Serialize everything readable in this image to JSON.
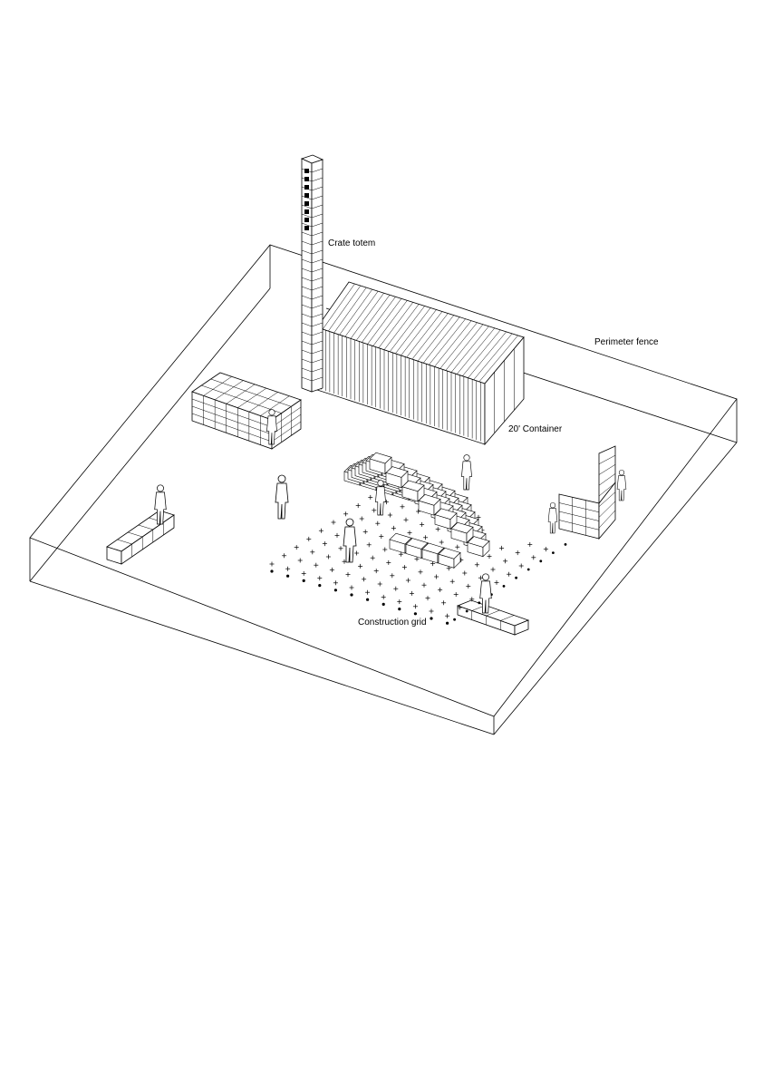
{
  "labels": {
    "crate_totem": "Crate totem",
    "perimeter_fence": "Perimeter fence",
    "container": "20' Container",
    "construction_grid": "Construction grid"
  },
  "colors": {
    "stroke": "#000000",
    "background": "#ffffff"
  },
  "icons": [
    "person-figure-icon"
  ]
}
